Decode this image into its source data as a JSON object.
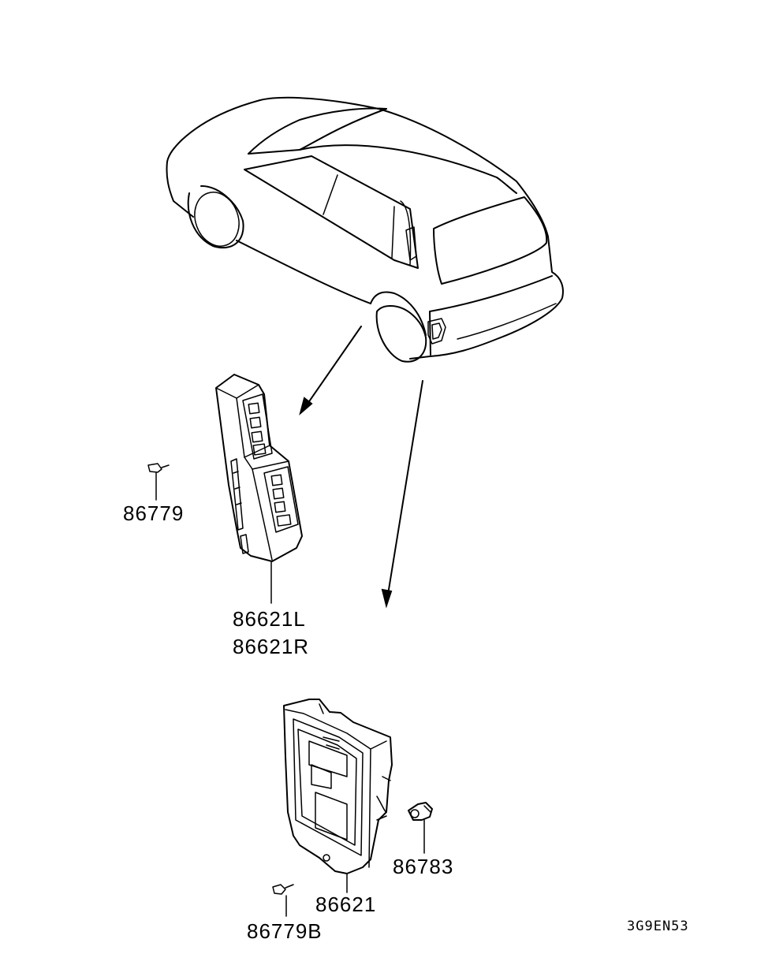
{
  "labels": {
    "p86779": "86779",
    "p86621L": "86621L",
    "p86621R": "86621R",
    "p86621": "86621",
    "p86783": "86783",
    "p86779B": "86779B",
    "ref_code": "3G9EN53"
  },
  "colors": {
    "ink": "#000000",
    "paper": "#ffffff"
  },
  "icons": [
    "car-icon",
    "rear-combination-lamp-icon",
    "lamp-housing-icon",
    "screw-icon",
    "nut-icon",
    "arrow-icon"
  ]
}
